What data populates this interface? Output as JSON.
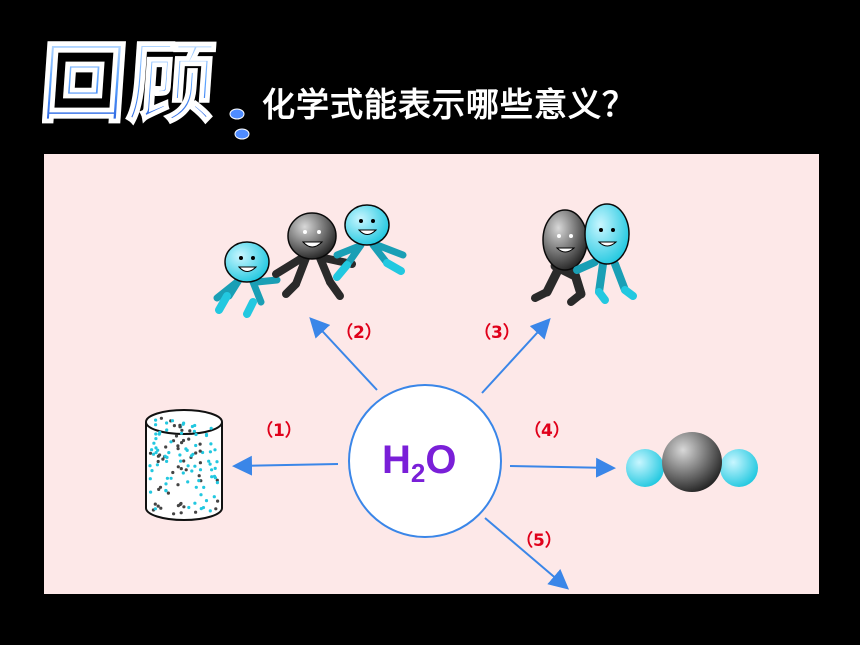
{
  "header": {
    "title_chars": "回顾",
    "question": "化学式能表示哪些意义？"
  },
  "diagram": {
    "center": {
      "element": "H",
      "subscript": "2",
      "element2": "O"
    },
    "labels": {
      "l1": "（1）",
      "l2": "（2）",
      "l3": "（3）",
      "l4": "（4）",
      "l5": "（5）"
    }
  },
  "colors": {
    "background": "#000000",
    "panel": "#fde8e8",
    "arrow": "#3a86e8",
    "label": "#e0001a",
    "formula": "#7a1fd8",
    "hydrogen": "#2fd8ea",
    "oxygen": "#555555"
  }
}
